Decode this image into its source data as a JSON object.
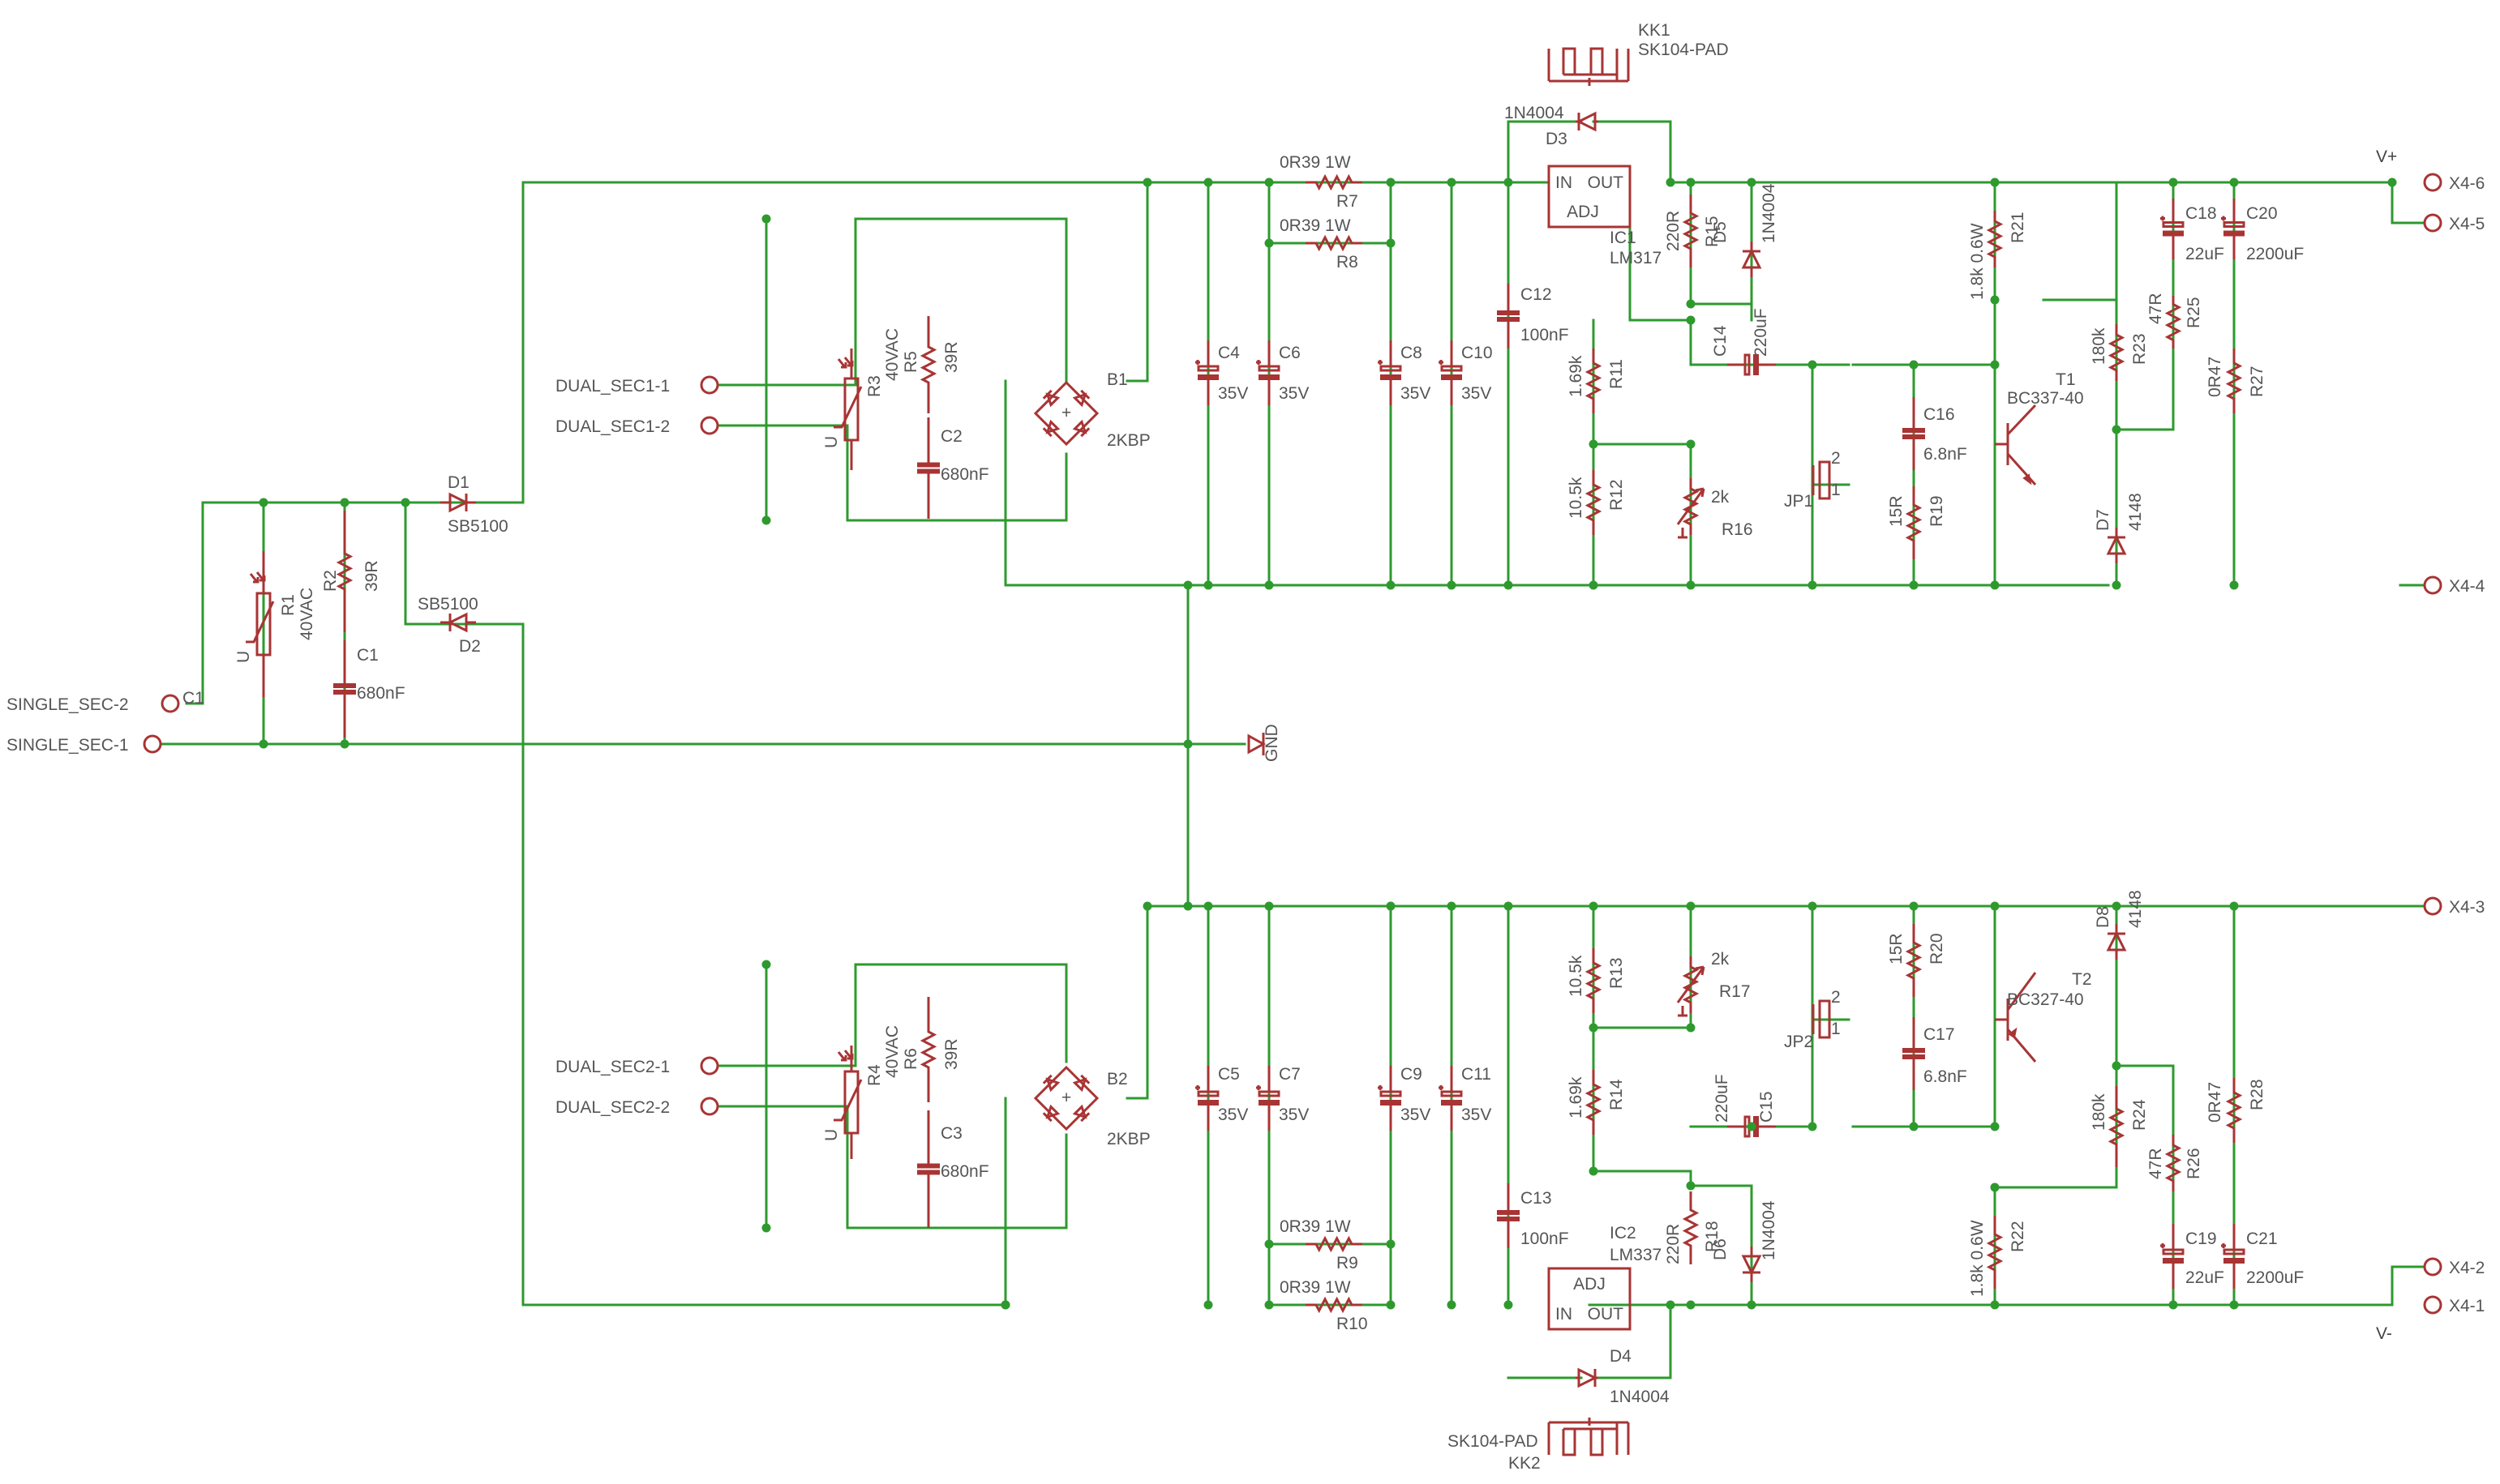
{
  "parts": [
    {
      "id": "KK1",
      "ref": "KK1",
      "val": "SK104-PAD"
    },
    {
      "id": "KK2",
      "ref": "KK2",
      "val": "SK104-PAD"
    },
    {
      "id": "D1",
      "ref": "D1",
      "val": "SB5100"
    },
    {
      "id": "D2",
      "ref": "D2",
      "val": "SB5100"
    },
    {
      "id": "D3",
      "ref": "D3",
      "val": "1N4004"
    },
    {
      "id": "D4",
      "ref": "D4",
      "val": "1N4004"
    },
    {
      "id": "D5",
      "ref": "D5",
      "val": "1N4004"
    },
    {
      "id": "D6",
      "ref": "D6",
      "val": "1N4004"
    },
    {
      "id": "D7",
      "ref": "D7",
      "val": "4148"
    },
    {
      "id": "D8",
      "ref": "D8",
      "val": "4148"
    },
    {
      "id": "R1",
      "ref": "R1",
      "val": "40VAC"
    },
    {
      "id": "R2",
      "ref": "R2",
      "val": "39R"
    },
    {
      "id": "C1",
      "ref": "C1",
      "val": "680nF"
    },
    {
      "id": "R3",
      "ref": "R3",
      "val": "40VAC"
    },
    {
      "id": "R5",
      "ref": "R5",
      "val": "39R"
    },
    {
      "id": "C2",
      "ref": "C2",
      "val": "680nF"
    },
    {
      "id": "B1",
      "ref": "B1",
      "val": "2KBP"
    },
    {
      "id": "R4",
      "ref": "R4",
      "val": "40VAC"
    },
    {
      "id": "R6",
      "ref": "R6",
      "val": "39R"
    },
    {
      "id": "C3",
      "ref": "C3",
      "val": "680nF"
    },
    {
      "id": "B2",
      "ref": "B2",
      "val": "2KBP"
    },
    {
      "id": "C4",
      "ref": "C4",
      "val": "35V"
    },
    {
      "id": "C6",
      "ref": "C6",
      "val": "35V"
    },
    {
      "id": "C8",
      "ref": "C8",
      "val": "35V"
    },
    {
      "id": "C10",
      "ref": "C10",
      "val": "35V"
    },
    {
      "id": "C5",
      "ref": "C5",
      "val": "35V"
    },
    {
      "id": "C7",
      "ref": "C7",
      "val": "35V"
    },
    {
      "id": "C9",
      "ref": "C9",
      "val": "35V"
    },
    {
      "id": "C11",
      "ref": "C11",
      "val": "35V"
    },
    {
      "id": "R7",
      "ref": "R7",
      "val": "0R39 1W"
    },
    {
      "id": "R8",
      "ref": "R8",
      "val": "0R39 1W"
    },
    {
      "id": "R9",
      "ref": "R9",
      "val": "0R39 1W"
    },
    {
      "id": "R10",
      "ref": "R10",
      "val": "0R39 1W"
    },
    {
      "id": "C12",
      "ref": "C12",
      "val": "100nF"
    },
    {
      "id": "C13",
      "ref": "C13",
      "val": "100nF"
    },
    {
      "id": "IC1",
      "ref": "IC1",
      "val": "LM317"
    },
    {
      "id": "IC2",
      "ref": "IC2",
      "val": "LM337"
    },
    {
      "id": "R15",
      "ref": "R15",
      "val": "220R"
    },
    {
      "id": "R18",
      "ref": "R18",
      "val": "220R"
    },
    {
      "id": "R11",
      "ref": "R11",
      "val": "1.69k"
    },
    {
      "id": "R14",
      "ref": "R14",
      "val": "1.69k"
    },
    {
      "id": "R12",
      "ref": "R12",
      "val": "10.5k"
    },
    {
      "id": "R13",
      "ref": "R13",
      "val": "10.5k"
    },
    {
      "id": "R16",
      "ref": "R16",
      "val": "2k"
    },
    {
      "id": "R17",
      "ref": "R17",
      "val": "2k"
    },
    {
      "id": "C14",
      "ref": "C14",
      "val": "220uF"
    },
    {
      "id": "C15",
      "ref": "C15",
      "val": "220uF"
    },
    {
      "id": "JP1",
      "ref": "JP1",
      "val": ""
    },
    {
      "id": "JP2",
      "ref": "JP2",
      "val": ""
    },
    {
      "id": "C16",
      "ref": "C16",
      "val": "6.8nF"
    },
    {
      "id": "C17",
      "ref": "C17",
      "val": "6.8nF"
    },
    {
      "id": "R19",
      "ref": "R19",
      "val": "15R"
    },
    {
      "id": "R20",
      "ref": "R20",
      "val": "15R"
    },
    {
      "id": "R21",
      "ref": "R21",
      "val": "1.8k 0.6W"
    },
    {
      "id": "R22",
      "ref": "R22",
      "val": "1.8k 0.6W"
    },
    {
      "id": "T1",
      "ref": "T1",
      "val": "BC337-40"
    },
    {
      "id": "T2",
      "ref": "T2",
      "val": "BC327-40"
    },
    {
      "id": "R23",
      "ref": "R23",
      "val": "180k"
    },
    {
      "id": "R24",
      "ref": "R24",
      "val": "180k"
    },
    {
      "id": "R25",
      "ref": "R25",
      "val": "47R"
    },
    {
      "id": "R26",
      "ref": "R26",
      "val": "47R"
    },
    {
      "id": "C18",
      "ref": "C18",
      "val": "22uF"
    },
    {
      "id": "C19",
      "ref": "C19",
      "val": "22uF"
    },
    {
      "id": "C20",
      "ref": "C20",
      "val": "2200uF"
    },
    {
      "id": "C21",
      "ref": "C21",
      "val": "2200uF"
    },
    {
      "id": "R27",
      "ref": "R27",
      "val": "0R47"
    },
    {
      "id": "R28",
      "ref": "R28",
      "val": "0R47"
    }
  ],
  "connectors": [
    {
      "id": "single-sec-2",
      "label": "SINGLE_SEC-2"
    },
    {
      "id": "single-sec-1",
      "label": "SINGLE_SEC-1"
    },
    {
      "id": "dual-sec1-1",
      "label": "DUAL_SEC1-1"
    },
    {
      "id": "dual-sec1-2",
      "label": "DUAL_SEC1-2"
    },
    {
      "id": "dual-sec2-1",
      "label": "DUAL_SEC2-1"
    },
    {
      "id": "dual-sec2-2",
      "label": "DUAL_SEC2-2"
    },
    {
      "id": "x4-6",
      "label": "X4-6"
    },
    {
      "id": "x4-5",
      "label": "X4-5"
    },
    {
      "id": "x4-4",
      "label": "X4-4"
    },
    {
      "id": "x4-3",
      "label": "X4-3"
    },
    {
      "id": "x4-2",
      "label": "X4-2"
    },
    {
      "id": "x4-1",
      "label": "X4-1"
    }
  ],
  "nets": {
    "vplus": "V+",
    "vminus": "V-",
    "gnd": "GND"
  },
  "ic_pins": {
    "in": "IN",
    "out": "OUT",
    "adj": "ADJ"
  },
  "jumper_pins": [
    "1",
    "2"
  ]
}
